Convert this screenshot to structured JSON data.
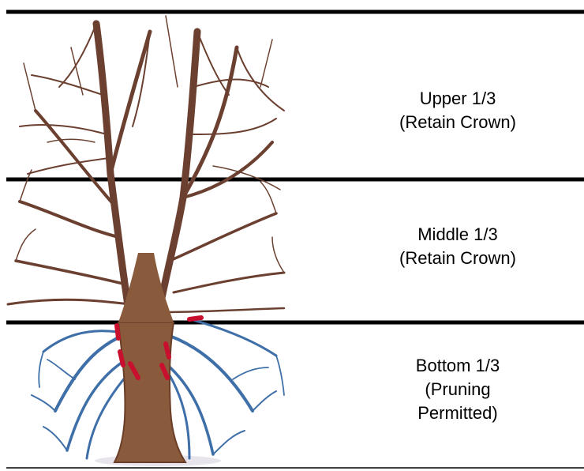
{
  "zones": [
    {
      "lines": [
        "Upper 1/3",
        "(Retain Crown)"
      ]
    },
    {
      "lines": [
        "Middle 1/3",
        "(Retain Crown)"
      ]
    },
    {
      "lines": [
        "Bottom 1/3",
        "(Pruning",
        "Permitted)"
      ]
    }
  ],
  "colors": {
    "trunk": "#8a5a3c",
    "trunk_shade": "#6b3f27",
    "retained_branch": "#6b4030",
    "pruned_branch": "#3f6fa8",
    "cut_mark": "#c8102e",
    "divider": "#000000"
  },
  "icons": {
    "tree": "tree-illustration-icon"
  }
}
